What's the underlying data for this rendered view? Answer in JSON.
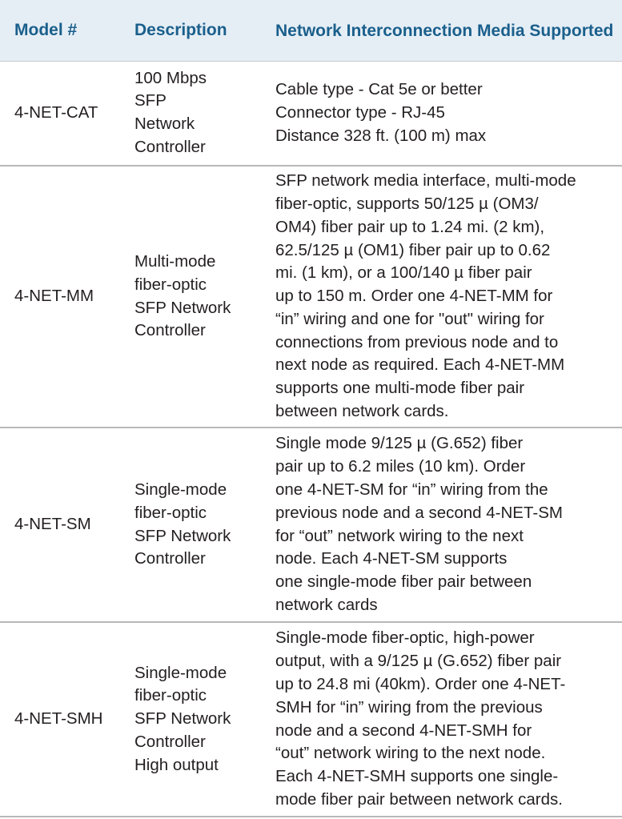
{
  "table": {
    "headers": {
      "model": "Model #",
      "description": "Description",
      "media": "Network Interconnection Media Supported"
    },
    "rows": [
      {
        "model": "4-NET-CAT",
        "description": "100 Mbps\nSFP\nNetwork\nController",
        "media": "Cable type - Cat 5e or better\nConnector type - RJ-45\nDistance 328 ft. (100 m) max"
      },
      {
        "model": "4-NET-MM",
        "description": "Multi-mode\nfiber-optic\nSFP Network\nController",
        "media": "SFP network media interface, multi-mode\nfiber-optic, supports 50/125 µ (OM3/\nOM4) fiber pair up to 1.24 mi. (2 km),\n62.5/125 µ (OM1) fiber pair up to 0.62\nmi. (1 km), or a 100/140 µ fiber pair\nup to 150 m. Order one 4-NET-MM for\n“in” wiring and one for \"out\" wiring for\nconnections from previous node and to\nnext node as required. Each 4-NET-MM\nsupports one multi-mode fiber pair\nbetween network cards."
      },
      {
        "model": "4-NET-SM",
        "description": " Single-mode\nfiber-optic\nSFP Network\nController",
        "media": "Single mode 9/125 µ (G.652) fiber\npair up to 6.2 miles (10 km). Order\none 4-NET-SM for “in” wiring from the\nprevious node and a second 4-NET-SM\nfor “out” network wiring to the next\nnode. Each 4-NET-SM supports\none single-mode fiber pair between\nnetwork cards"
      },
      {
        "model": "4-NET-SMH",
        "description": "Single-mode\nfiber-optic\nSFP Network\nController\nHigh output",
        "media": " Single-mode fiber-optic, high-power\noutput, with a 9/125 µ (G.652) fiber pair\nup to 24.8 mi (40km). Order one 4-NET-\nSMH for “in” wiring from the previous\nnode and a second 4-NET-SMH for\n“out” network wiring to the next node.\nEach 4-NET-SMH supports one single-\nmode fiber pair between network cards."
      }
    ]
  },
  "colors": {
    "header_background": "#e5eef5",
    "header_text": "#1a5f8c",
    "body_text": "#231f20",
    "row_divider": "#b8b8b8"
  }
}
